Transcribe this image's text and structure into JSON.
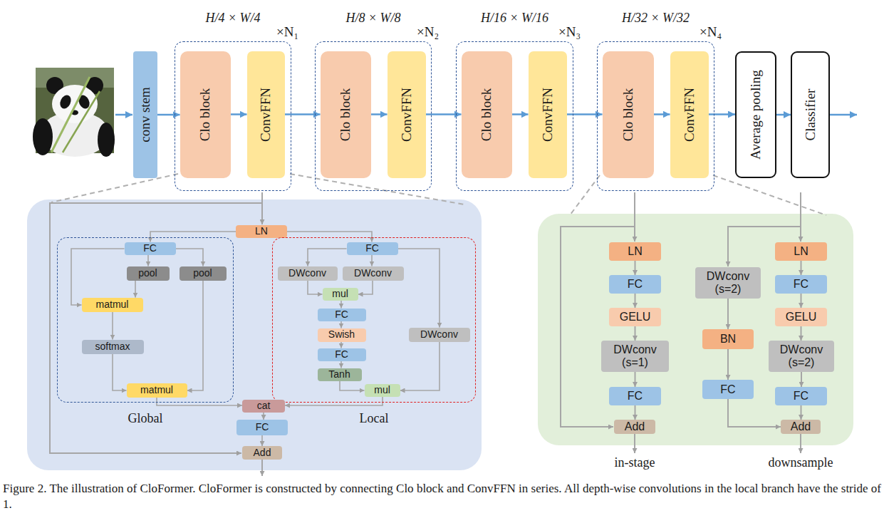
{
  "diagram": {
    "caption": "Figure 2. The illustration of CloFormer. CloFormer is constructed by connecting Clo block and ConvFFN in series. All depth-wise convolutions in the local branch have the stride of 1.",
    "nodes": [
      {
        "text": [
          "conv stem"
        ]
      },
      {
        "text": [
          "H/4 × W/4",
          "×N₁"
        ]
      },
      {
        "text": [
          "Clo block"
        ],
        "in": 1
      },
      {
        "text": [
          "ConvFFN"
        ],
        "in": 1
      },
      {
        "text": [
          "H/8 × W/8",
          "×N₂"
        ]
      },
      {
        "text": [
          "Clo block"
        ],
        "in": 4
      },
      {
        "text": [
          "ConvFFN"
        ],
        "in": 4
      },
      {
        "text": [
          "H/16 × W/16",
          "×N₃"
        ]
      },
      {
        "text": [
          "Clo block"
        ],
        "in": 7
      },
      {
        "text": [
          "ConvFFN"
        ],
        "in": 7
      },
      {
        "text": [
          "H/32 × W/32",
          "×N₄"
        ]
      },
      {
        "text": [
          "Clo block"
        ],
        "in": 10
      },
      {
        "text": [
          "ConvFFN"
        ],
        "in": 10
      },
      {
        "text": [
          "Average pooling"
        ]
      },
      {
        "text": [
          "Classifier"
        ]
      },
      {
        "text": [
          "LN"
        ]
      },
      {
        "text": [
          "Global"
        ]
      },
      {
        "text": [
          "FC"
        ],
        "in": 16
      },
      {
        "text": [
          "pool"
        ],
        "in": 16
      },
      {
        "text": [
          "pool"
        ],
        "in": 16
      },
      {
        "text": [
          "matmul"
        ],
        "in": 16
      },
      {
        "text": [
          "softmax"
        ],
        "in": 16
      },
      {
        "text": [
          "matmul"
        ],
        "in": 16
      },
      {
        "text": [
          "Local"
        ]
      },
      {
        "text": [
          "FC"
        ],
        "in": 23
      },
      {
        "text": [
          "DWconv"
        ],
        "in": 23
      },
      {
        "text": [
          "DWconv"
        ],
        "in": 23
      },
      {
        "text": [
          "mul"
        ],
        "in": 23
      },
      {
        "text": [
          "FC"
        ],
        "in": 23
      },
      {
        "text": [
          "Swish"
        ],
        "in": 23
      },
      {
        "text": [
          "FC"
        ],
        "in": 23
      },
      {
        "text": [
          "Tanh"
        ],
        "in": 23
      },
      {
        "text": [
          "mul"
        ],
        "in": 23
      },
      {
        "text": [
          "DWconv"
        ],
        "in": 23
      },
      {
        "text": [
          "cat"
        ]
      },
      {
        "text": [
          "FC"
        ]
      },
      {
        "text": [
          "Add"
        ]
      },
      {
        "text": [
          "LN"
        ]
      },
      {
        "text": [
          "FC"
        ]
      },
      {
        "text": [
          "GELU"
        ]
      },
      {
        "text": [
          "DWconv (s=1)"
        ]
      },
      {
        "text": [
          "FC"
        ]
      },
      {
        "text": [
          "Add"
        ]
      },
      {
        "text": [
          "DWconv (s=2)"
        ]
      },
      {
        "text": [
          "BN"
        ]
      },
      {
        "text": [
          "FC"
        ]
      },
      {
        "text": [
          "LN"
        ]
      },
      {
        "text": [
          "FC"
        ]
      },
      {
        "text": [
          "GELU"
        ]
      },
      {
        "text": [
          "DWconv (s=2)"
        ]
      },
      {
        "text": [
          "FC"
        ]
      },
      {
        "text": [
          "Add"
        ]
      }
    ],
    "edges": [
      {
        "from": 0,
        "to": 2,
        "arrow": "to"
      },
      {
        "from": 2,
        "to": 3,
        "arrow": "to"
      },
      {
        "from": 3,
        "to": 5,
        "arrow": "to"
      },
      {
        "from": 5,
        "to": 6,
        "arrow": "to"
      },
      {
        "from": 6,
        "to": 8,
        "arrow": "to"
      },
      {
        "from": 8,
        "to": 9,
        "arrow": "to"
      },
      {
        "from": 9,
        "to": 11,
        "arrow": "to"
      },
      {
        "from": 11,
        "to": 12,
        "arrow": "to"
      },
      {
        "from": 12,
        "to": 13,
        "arrow": "to"
      },
      {
        "from": 13,
        "to": 14,
        "arrow": "to"
      },
      {
        "from": 15,
        "to": 17,
        "arrow": "to"
      },
      {
        "from": 17,
        "to": 18,
        "arrow": "to"
      },
      {
        "from": 17,
        "to": 19,
        "arrow": "to"
      },
      {
        "from": 17,
        "to": 20,
        "arrow": "to"
      },
      {
        "from": 18,
        "to": 20,
        "arrow": "to"
      },
      {
        "from": 19,
        "to": 22,
        "arrow": "to"
      },
      {
        "from": 20,
        "to": 21,
        "arrow": "to"
      },
      {
        "from": 21,
        "to": 22,
        "arrow": "to"
      },
      {
        "from": 22,
        "to": 34,
        "arrow": "to"
      },
      {
        "from": 15,
        "to": 24,
        "arrow": "to"
      },
      {
        "from": 24,
        "to": 25,
        "arrow": "to"
      },
      {
        "from": 24,
        "to": 26,
        "arrow": "to"
      },
      {
        "from": 24,
        "to": 33,
        "arrow": "to"
      },
      {
        "from": 25,
        "to": 27,
        "arrow": "to"
      },
      {
        "from": 26,
        "to": 27,
        "arrow": "to"
      },
      {
        "from": 27,
        "to": 28,
        "arrow": "to"
      },
      {
        "from": 28,
        "to": 29,
        "arrow": "to"
      },
      {
        "from": 29,
        "to": 30,
        "arrow": "to"
      },
      {
        "from": 30,
        "to": 31,
        "arrow": "to"
      },
      {
        "from": 31,
        "to": 32,
        "arrow": "to"
      },
      {
        "from": 33,
        "to": 32,
        "arrow": "to"
      },
      {
        "from": 32,
        "to": 34,
        "arrow": "to"
      },
      {
        "from": 34,
        "to": 35,
        "arrow": "to"
      },
      {
        "from": 35,
        "to": 36,
        "arrow": "to"
      },
      {
        "from": 37,
        "to": 38,
        "arrow": "to"
      },
      {
        "from": 38,
        "to": 39,
        "arrow": "to"
      },
      {
        "from": 39,
        "to": 40,
        "arrow": "to"
      },
      {
        "from": 40,
        "to": 41,
        "arrow": "to"
      },
      {
        "from": 41,
        "to": 42,
        "arrow": "to"
      },
      {
        "from": 43,
        "to": 44,
        "arrow": "to"
      },
      {
        "from": 44,
        "to": 45,
        "arrow": "to"
      },
      {
        "from": 45,
        "to": 51,
        "arrow": "to"
      },
      {
        "from": 46,
        "to": 47,
        "arrow": "to"
      },
      {
        "from": 47,
        "to": 48,
        "arrow": "to"
      },
      {
        "from": 48,
        "to": 49,
        "arrow": "to"
      },
      {
        "from": 49,
        "to": 50,
        "arrow": "to"
      },
      {
        "from": 50,
        "to": 51,
        "arrow": "to"
      }
    ],
    "labels": [
      "in-stage",
      "downsample"
    ]
  }
}
